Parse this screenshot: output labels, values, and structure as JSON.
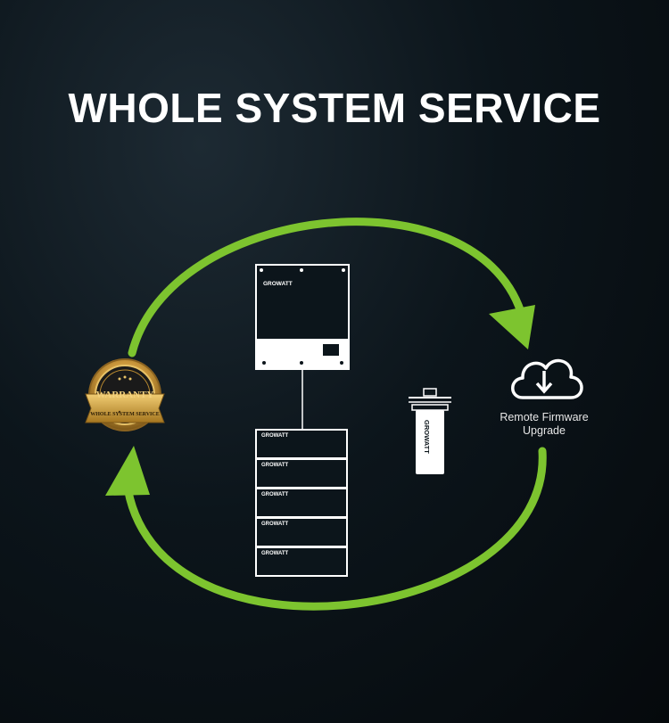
{
  "title": "WHOLE SYSTEM SERVICE",
  "colors": {
    "accent": "#7dc42f",
    "background": "#0c151b",
    "badge_gold": "#d8a94a"
  },
  "warranty_badge": {
    "label": "WARRANTY",
    "sublabel": "WHOLE SYSTEM SERVICE"
  },
  "inverter": {
    "brand": "GROWATT"
  },
  "battery_modules": [
    {
      "brand": "GROWATT"
    },
    {
      "brand": "GROWATT"
    },
    {
      "brand": "GROWATT"
    },
    {
      "brand": "GROWATT"
    },
    {
      "brand": "GROWATT"
    }
  ],
  "dongle": {
    "brand": "GROWATT"
  },
  "cloud": {
    "icon": "cloud-download-icon",
    "label_line1": "Remote Firmware",
    "label_line2": "Upgrade"
  }
}
